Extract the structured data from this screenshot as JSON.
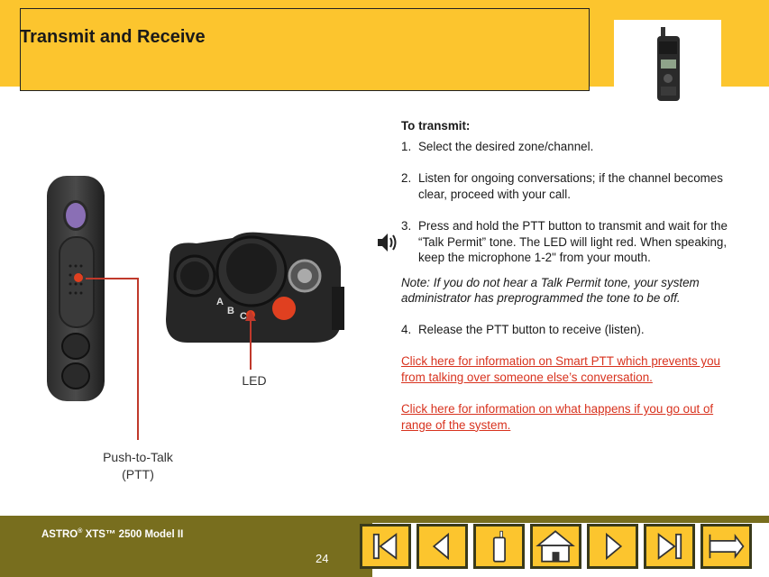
{
  "header": {
    "title": "Transmit and Receive"
  },
  "instructions": {
    "heading": "To transmit:",
    "steps": [
      {
        "num": "1.",
        "text": "Select the desired zone/channel."
      },
      {
        "num": "2.",
        "text": "Listen for ongoing conversations; if the channel becomes clear, proceed with your call."
      },
      {
        "num": "3.",
        "text": "Press and hold the PTT button to transmit and wait for the “Talk Permit” tone. The LED will light red. When speaking, keep the microphone 1-2\" from your mouth."
      }
    ],
    "note": "Note: If you do not hear a Talk Permit tone, your system administrator has preprogrammed the tone to be off.",
    "step4": {
      "num": "4.",
      "text": "Release the PTT button to receive (listen)."
    },
    "links": [
      "Click here for information on Smart PTT which prevents you from talking over someone else’s conversation.",
      "Click here for information on what happens if you go out of range of the system."
    ]
  },
  "labels": {
    "led": "LED",
    "ptt_line1": "Push-to-Talk",
    "ptt_line2": "(PTT)",
    "knob_letters": [
      "A",
      "B",
      "C"
    ]
  },
  "footer": {
    "product": "ASTRO",
    "product_reg": "®",
    "product_rest": " XTS™ 2500 Model II",
    "page": "24"
  },
  "nav": {
    "buttons": [
      "first-page",
      "previous-page",
      "radio",
      "home",
      "next-page",
      "last-page",
      "exit"
    ]
  },
  "colors": {
    "accent_yellow": "#fcc52e",
    "footer_olive": "#786e1e",
    "link_red": "#d8321e",
    "led_red": "#e04020",
    "ptt_purple": "#8a6fb5"
  },
  "icons": {
    "speaker": "speaker-icon"
  }
}
